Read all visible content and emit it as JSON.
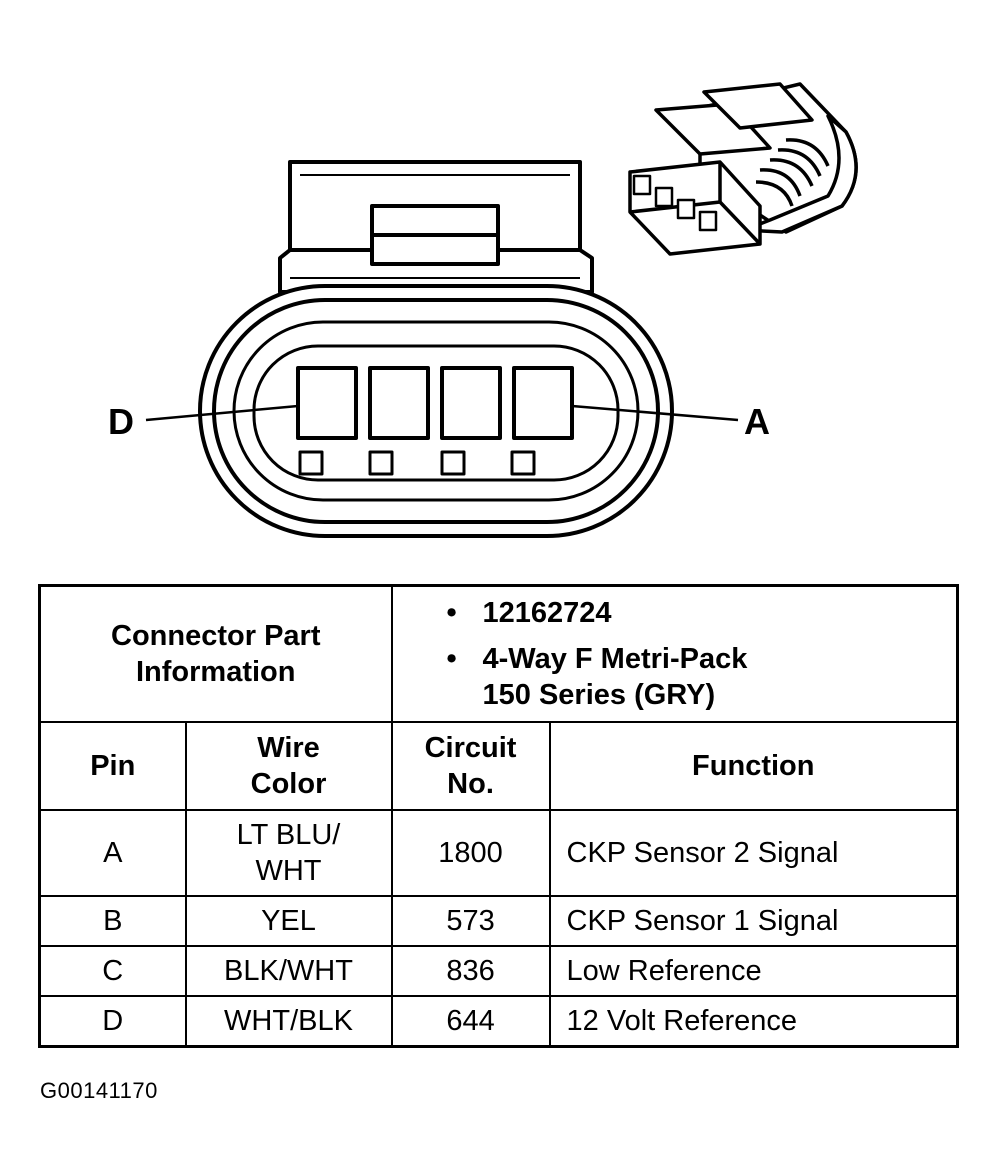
{
  "diagram": {
    "pin_callouts": {
      "left": "D",
      "right": "A"
    }
  },
  "connector_info": {
    "label_line1": "Connector Part",
    "label_line2": "Information",
    "items": [
      "12162724",
      "4-Way F Metri-Pack\n150 Series (GRY)"
    ]
  },
  "table": {
    "headers": {
      "pin": "Pin",
      "wire_color": "Wire\nColor",
      "circuit": "Circuit\nNo.",
      "function": "Function"
    },
    "rows": [
      {
        "pin": "A",
        "wire_color": "LT BLU/\nWHT",
        "circuit": "1800",
        "function": "CKP Sensor 2 Signal"
      },
      {
        "pin": "B",
        "wire_color": "YEL",
        "circuit": "573",
        "function": "CKP Sensor 1 Signal"
      },
      {
        "pin": "C",
        "wire_color": "BLK/WHT",
        "circuit": "836",
        "function": "Low Reference"
      },
      {
        "pin": "D",
        "wire_color": "WHT/BLK",
        "circuit": "644",
        "function": "12 Volt Reference"
      }
    ]
  },
  "figure_id": "G00141170"
}
